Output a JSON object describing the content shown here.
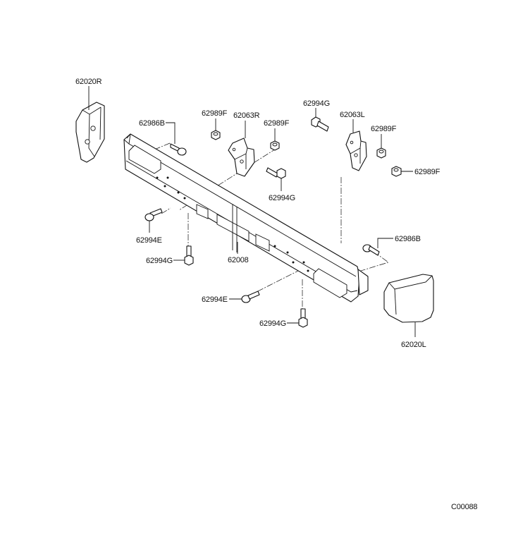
{
  "diagram": {
    "code": "C00088",
    "labels": {
      "bumper_reinforcement": "62008",
      "end_cover_right": "62020R",
      "end_cover_left": "62020L",
      "bracket_right": "62063R",
      "bracket_left": "62063L",
      "bolt_62986b_left": "62986B",
      "bolt_62986b_right": "62986B",
      "nut_62989f_1": "62989F",
      "nut_62989f_2": "62989F",
      "nut_62989f_3": "62989F",
      "nut_62989f_4": "62989F",
      "bolt_62994g_1": "62994G",
      "bolt_62994g_2": "62994G",
      "bolt_62994g_3": "62994G",
      "bolt_62994g_4": "62994G",
      "bolt_62994e_1": "62994E",
      "bolt_62994e_2": "62994E"
    }
  }
}
